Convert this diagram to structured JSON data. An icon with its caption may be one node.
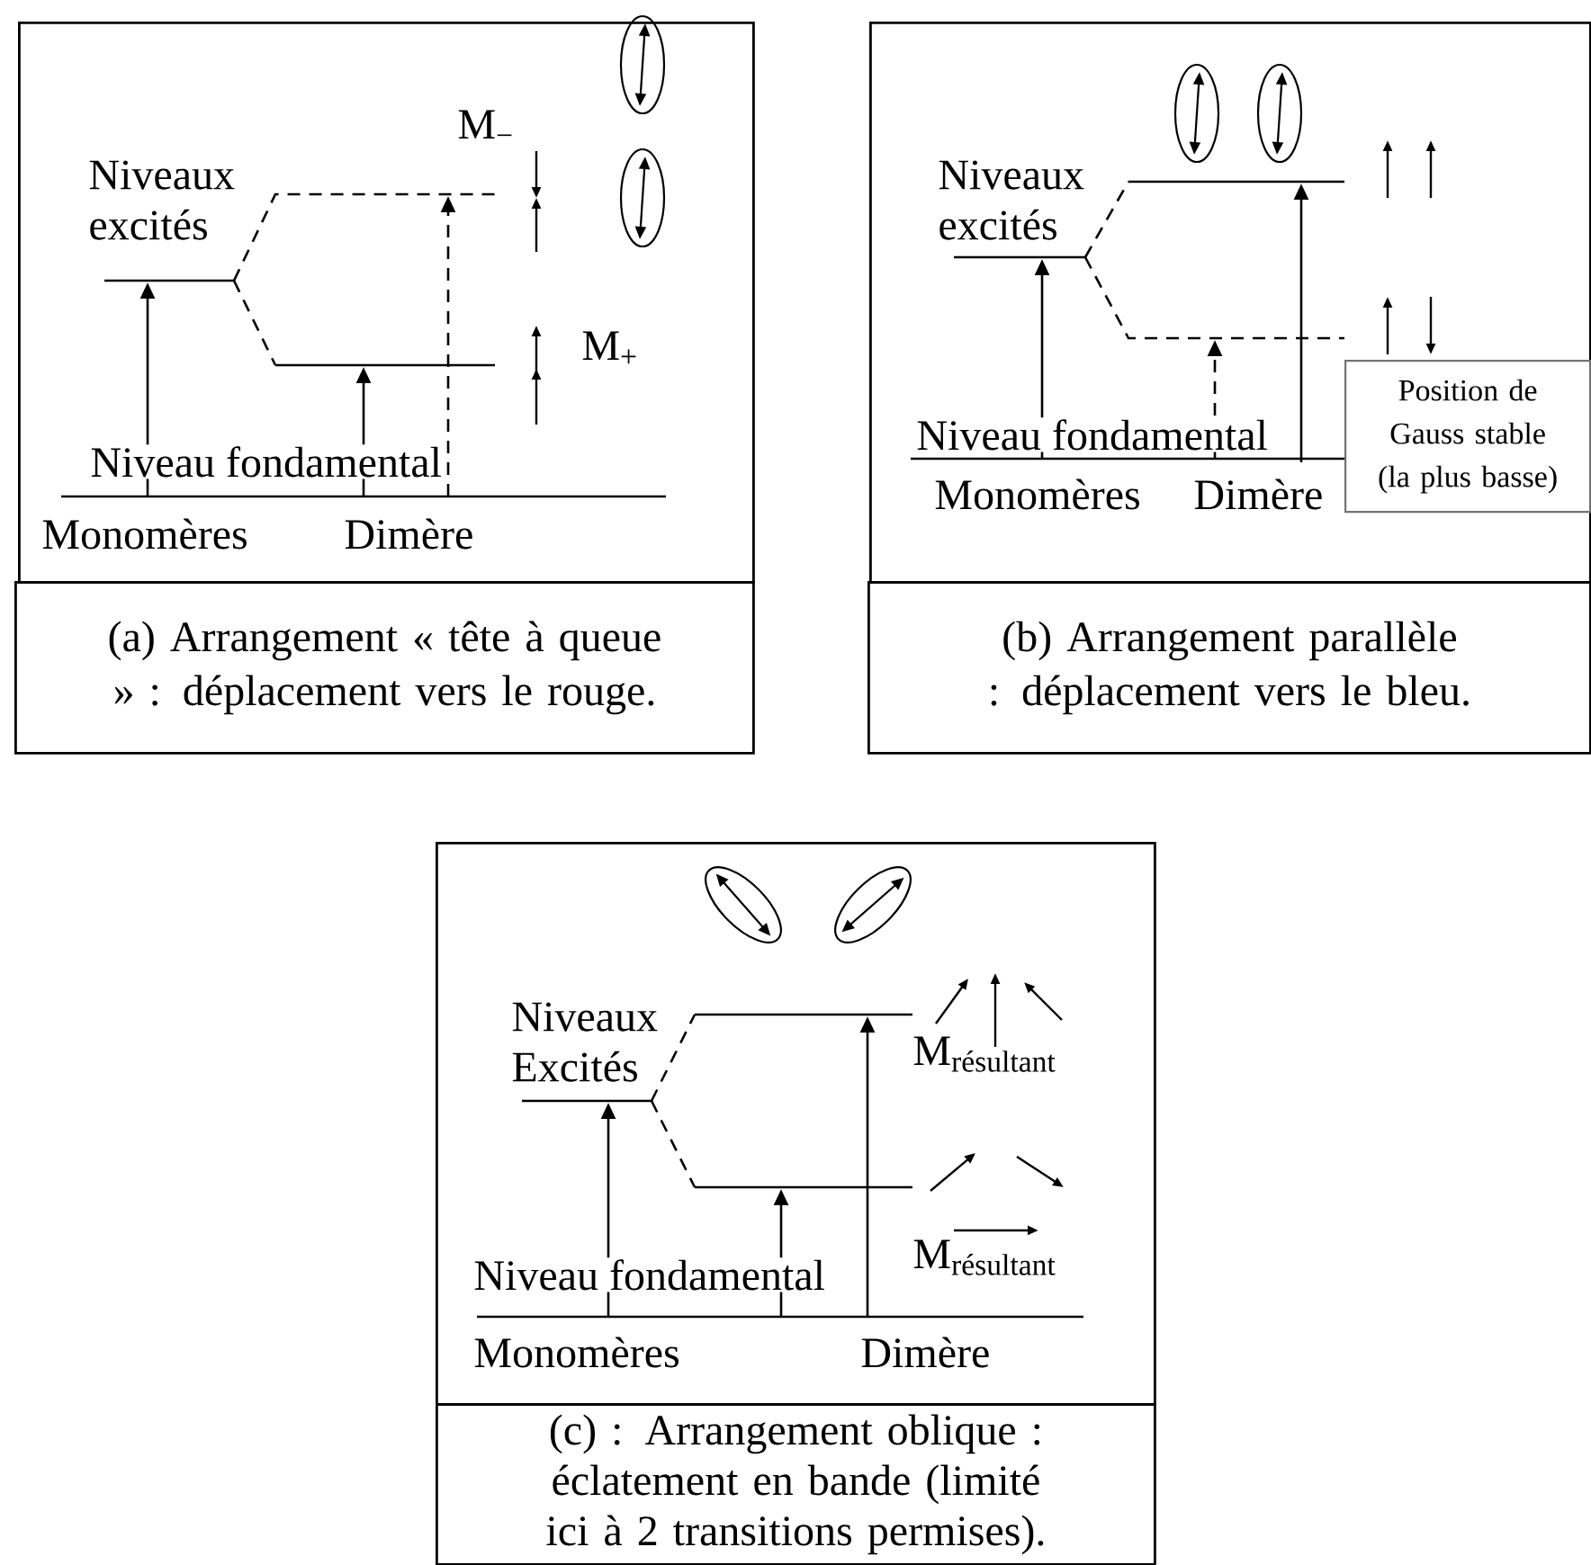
{
  "diagram": {
    "nodes": [
      {
        "text": [],
        "shape": "box"
      },
      {
        "text": [
          "(a) Arrangement « tête à queue » : déplacement vers le rouge."
        ]
      },
      {
        "text": [],
        "shape": "box"
      },
      {
        "text": [
          "Position de Gauss stable (la plus basse)"
        ],
        "in": 2
      },
      {
        "text": [
          "(b) Arrangement parallèle : déplacement vers le bleu."
        ]
      },
      {
        "text": [],
        "shape": "box"
      },
      {
        "text": [
          "(c) : Arrangement oblique : éclatement en bande (limité ici à 2 transitions permises)."
        ]
      }
    ],
    "labels": [
      "M$_{−}$",
      "Niveaux excités",
      "M$_{+}$",
      "Niveau fondamental",
      "Monomères",
      "Dimère",
      "Niveaux excités",
      "Niveau fondamental",
      "Monomères",
      "Dimère",
      "Niveaux Excités",
      "\\text{M}_{\\text{résultant}}",
      "\\text{M}_{\\text{résultant}}",
      "Niveau fondamental",
      "Monomères",
      "Dimère"
    ]
  }
}
